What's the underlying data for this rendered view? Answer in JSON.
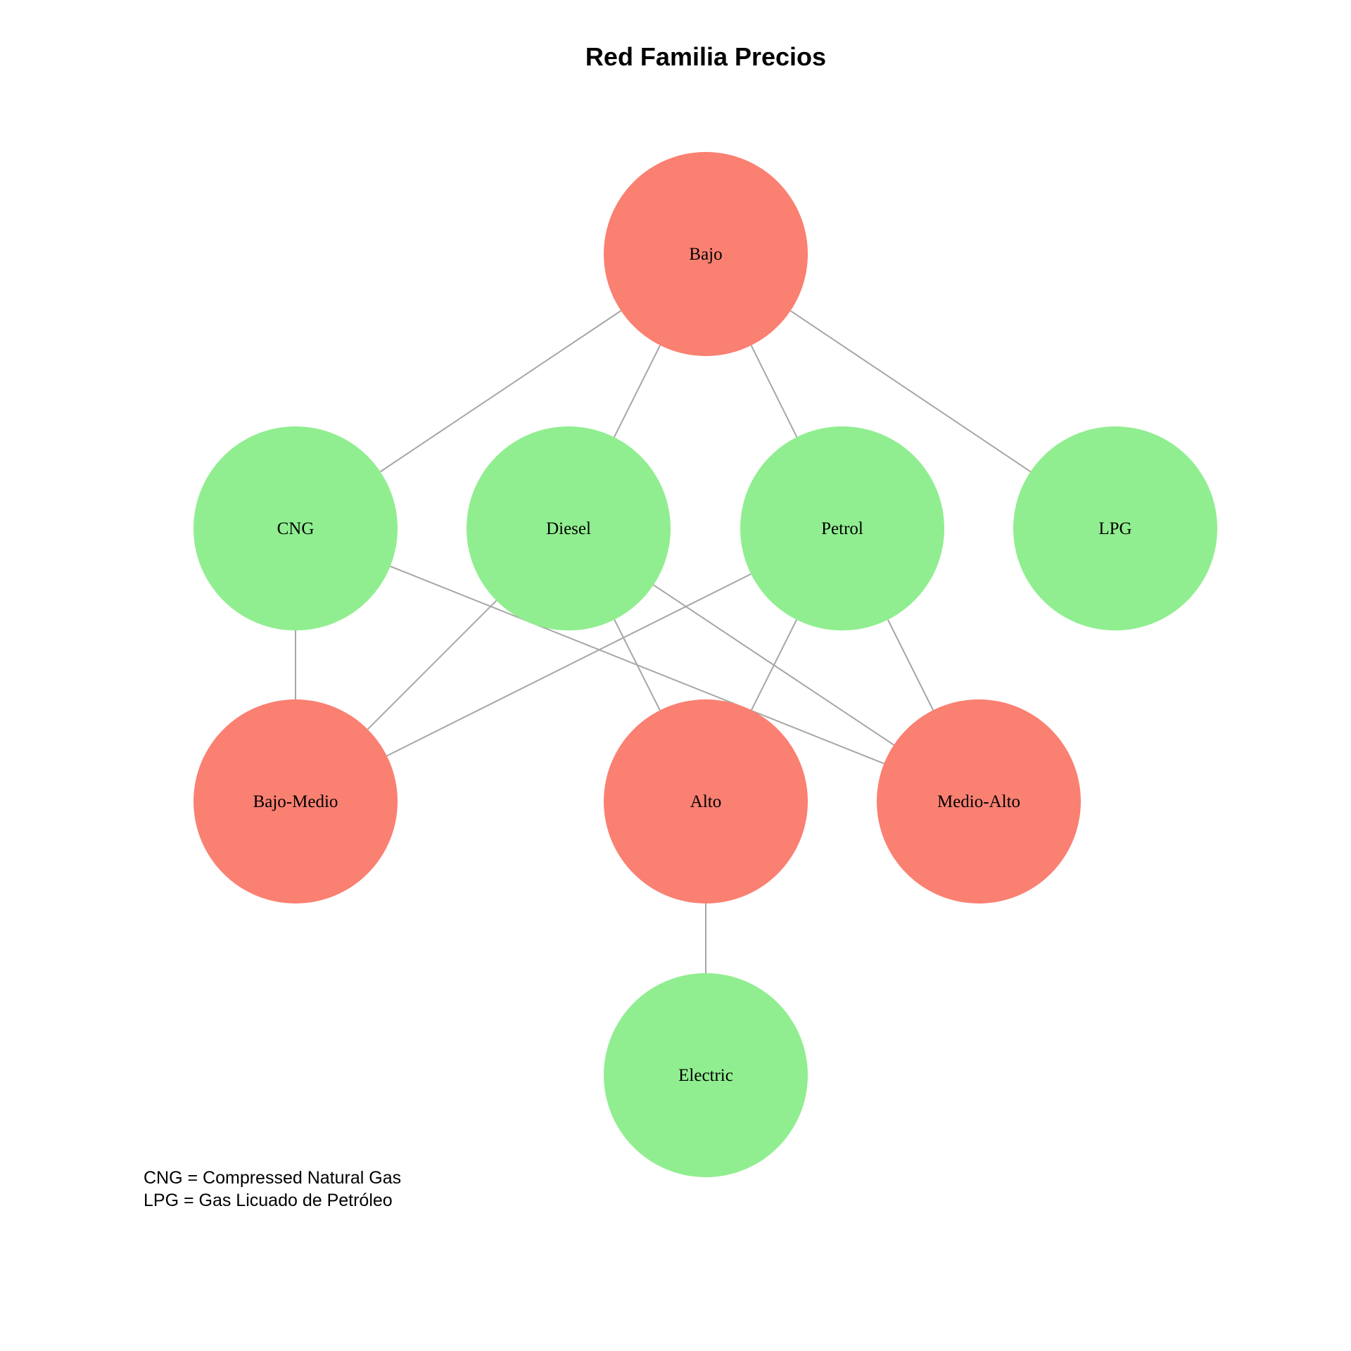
{
  "title": "Red Familia Precios",
  "colors": {
    "price_node": "#fa8072",
    "fuel_node": "#90ee90",
    "edge": "#a6a6a6"
  },
  "nodes": [
    {
      "id": "bajo",
      "label": "Bajo",
      "group": "price_node"
    },
    {
      "id": "cng",
      "label": "CNG",
      "group": "fuel_node"
    },
    {
      "id": "diesel",
      "label": "Diesel",
      "group": "fuel_node"
    },
    {
      "id": "petrol",
      "label": "Petrol",
      "group": "fuel_node"
    },
    {
      "id": "lpg",
      "label": "LPG",
      "group": "fuel_node"
    },
    {
      "id": "bajo_medio",
      "label": "Bajo-Medio",
      "group": "price_node"
    },
    {
      "id": "alto",
      "label": "Alto",
      "group": "price_node"
    },
    {
      "id": "medio_alto",
      "label": "Medio-Alto",
      "group": "price_node"
    },
    {
      "id": "electric",
      "label": "Electric",
      "group": "fuel_node"
    }
  ],
  "edges": [
    [
      "bajo",
      "cng"
    ],
    [
      "bajo",
      "diesel"
    ],
    [
      "bajo",
      "petrol"
    ],
    [
      "bajo",
      "lpg"
    ],
    [
      "cng",
      "bajo_medio"
    ],
    [
      "cng",
      "medio_alto"
    ],
    [
      "diesel",
      "bajo_medio"
    ],
    [
      "diesel",
      "alto"
    ],
    [
      "diesel",
      "medio_alto"
    ],
    [
      "petrol",
      "bajo_medio"
    ],
    [
      "petrol",
      "alto"
    ],
    [
      "petrol",
      "medio_alto"
    ],
    [
      "alto",
      "electric"
    ]
  ],
  "notes": [
    "CNG = Compressed Natural Gas",
    "LPG = Gas Licuado de Petróleo"
  ]
}
